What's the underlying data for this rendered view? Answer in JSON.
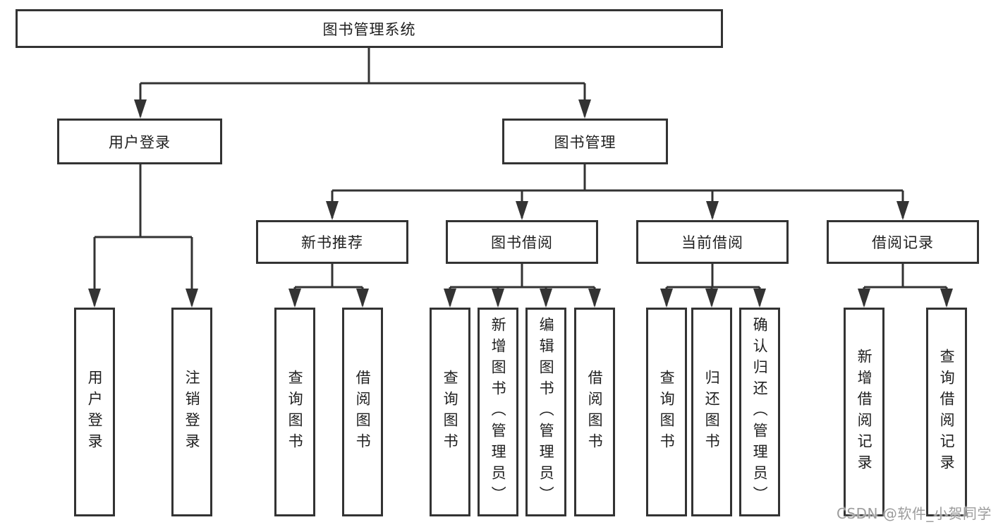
{
  "diagram": {
    "title": "图书管理系统",
    "level2": {
      "user_login": "用户登录",
      "book_management": "图书管理"
    },
    "level3": {
      "new_book_recommendation": "新书推荐",
      "book_borrowing": "图书借阅",
      "current_borrowing": "当前借阅",
      "borrowing_records": "借阅记录"
    },
    "level4": {
      "user_login": "用户登录",
      "logout": "注销登录",
      "recommend_query_books": "查询图书",
      "recommend_borrow_books": "借阅图书",
      "borrowing_query_books": "查询图书",
      "add_books_admin": "新增图书（管理员）",
      "edit_books_admin": "编辑图书（管理员）",
      "borrowing_borrow_books": "借阅图书",
      "current_query_books": "查询图书",
      "return_books": "归还图书",
      "confirm_return_admin": "确认归还（管理员）",
      "add_borrow_record": "新增借阅记录",
      "query_borrow_record": "查询借阅记录"
    }
  },
  "watermark": "CSDN @软件_小贺同学",
  "colors": {
    "line_color": "#333333",
    "border_color": "#333333",
    "text_color": "#1f1f1f",
    "watermark_color": "#9c9c9c",
    "background": "#ffffff"
  }
}
